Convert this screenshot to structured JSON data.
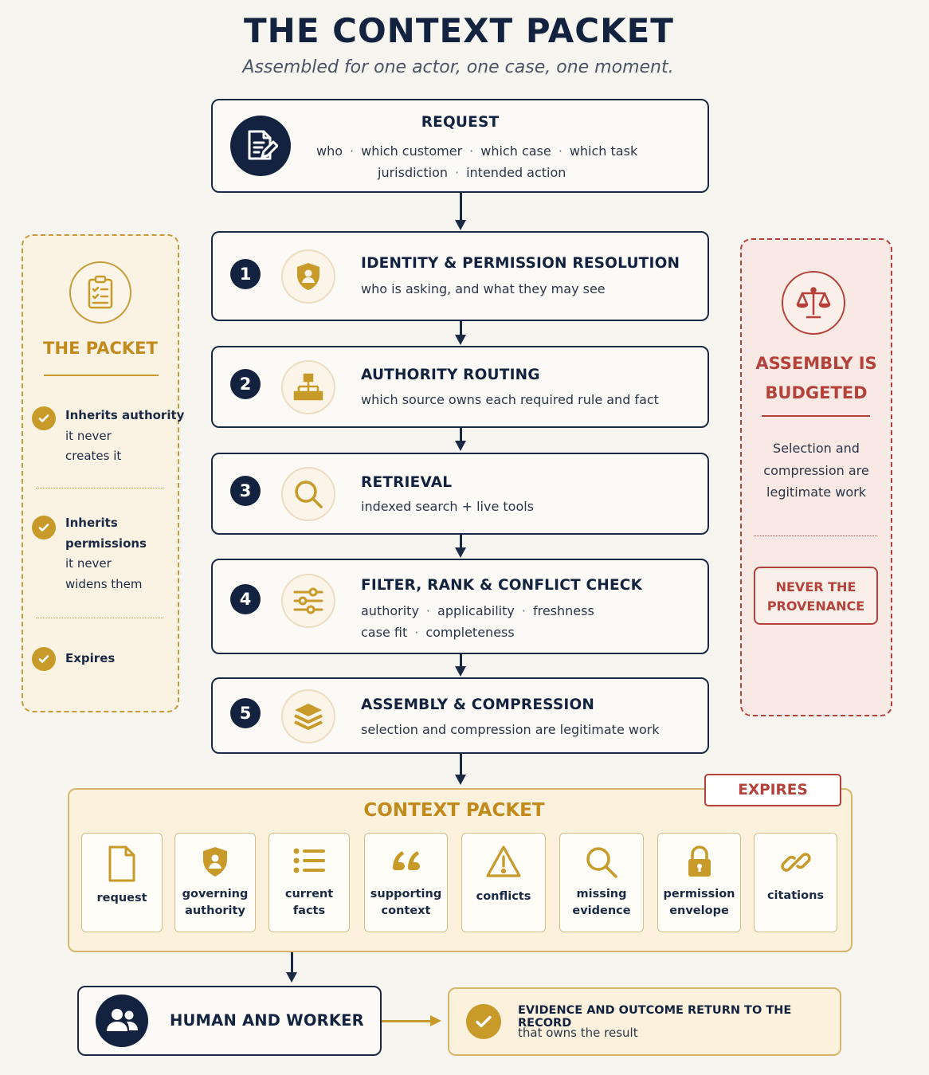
{
  "title": "THE CONTEXT PACKET",
  "subtitle": "Assembled for one actor, one case, one moment.",
  "request": {
    "title": "REQUEST",
    "line1": [
      "who",
      "which customer",
      "which case",
      "which task"
    ],
    "line2": [
      "jurisdiction",
      "intended action"
    ],
    "icon": "document-edit-icon"
  },
  "steps": [
    {
      "num": "1",
      "title": "IDENTITY & PERMISSION RESOLUTION",
      "desc": "who is asking, and what they may see",
      "icon": "shield-user-icon"
    },
    {
      "num": "2",
      "title": "AUTHORITY ROUTING",
      "desc": "which source owns each required rule and fact",
      "icon": "hierarchy-icon"
    },
    {
      "num": "3",
      "title": "RETRIEVAL",
      "desc": "indexed search + live tools",
      "icon": "search-icon"
    },
    {
      "num": "4",
      "title": "FILTER, RANK & CONFLICT CHECK",
      "line1": [
        "authority",
        "applicability",
        "freshness"
      ],
      "line2": [
        "case fit",
        "completeness"
      ],
      "icon": "sliders-icon"
    },
    {
      "num": "5",
      "title": "ASSEMBLY & COMPRESSION",
      "desc": "selection and compression are legitimate work",
      "icon": "layers-icon"
    }
  ],
  "left_panel": {
    "title": "THE PACKET",
    "icon": "clipboard-checklist-icon",
    "items": [
      {
        "bold": "Inherits authority",
        "rest": [
          "it never",
          "creates it"
        ]
      },
      {
        "bold": [
          "Inherits",
          "permissions"
        ],
        "rest": [
          "it never",
          "widens them"
        ]
      },
      {
        "bold": "Expires",
        "rest": []
      }
    ]
  },
  "right_panel": {
    "title_line1": "ASSEMBLY IS",
    "title_line2": "BUDGETED",
    "icon": "scales-icon",
    "body": [
      "Selection and",
      "compression are",
      "legitimate work"
    ],
    "badge_line1": "NEVER THE",
    "badge_line2": "PROVENANCE"
  },
  "packet": {
    "title": "CONTEXT PACKET",
    "expires_label": "EXPIRES",
    "items": [
      {
        "label": [
          "request"
        ],
        "icon": "document-icon"
      },
      {
        "label": [
          "governing",
          "authority"
        ],
        "icon": "shield-user-icon"
      },
      {
        "label": [
          "current",
          "facts"
        ],
        "icon": "list-icon"
      },
      {
        "label": [
          "supporting",
          "context"
        ],
        "icon": "quote-icon"
      },
      {
        "label": [
          "conflicts"
        ],
        "icon": "warning-icon"
      },
      {
        "label": [
          "missing",
          "evidence"
        ],
        "icon": "search-icon"
      },
      {
        "label": [
          "permission",
          "envelope"
        ],
        "icon": "lock-icon"
      },
      {
        "label": [
          "citations"
        ],
        "icon": "link-icon"
      }
    ]
  },
  "human": {
    "label": "HUMAN AND WORKER",
    "icon": "users-icon"
  },
  "evidence": {
    "title": "EVIDENCE AND OUTCOME RETURN TO THE RECORD",
    "desc": "that owns the result",
    "icon": "check-icon"
  },
  "colors": {
    "navy": "#13233f",
    "gold": "#c79a2a",
    "red": "#b4413a",
    "cream": "#fbf1dd"
  }
}
